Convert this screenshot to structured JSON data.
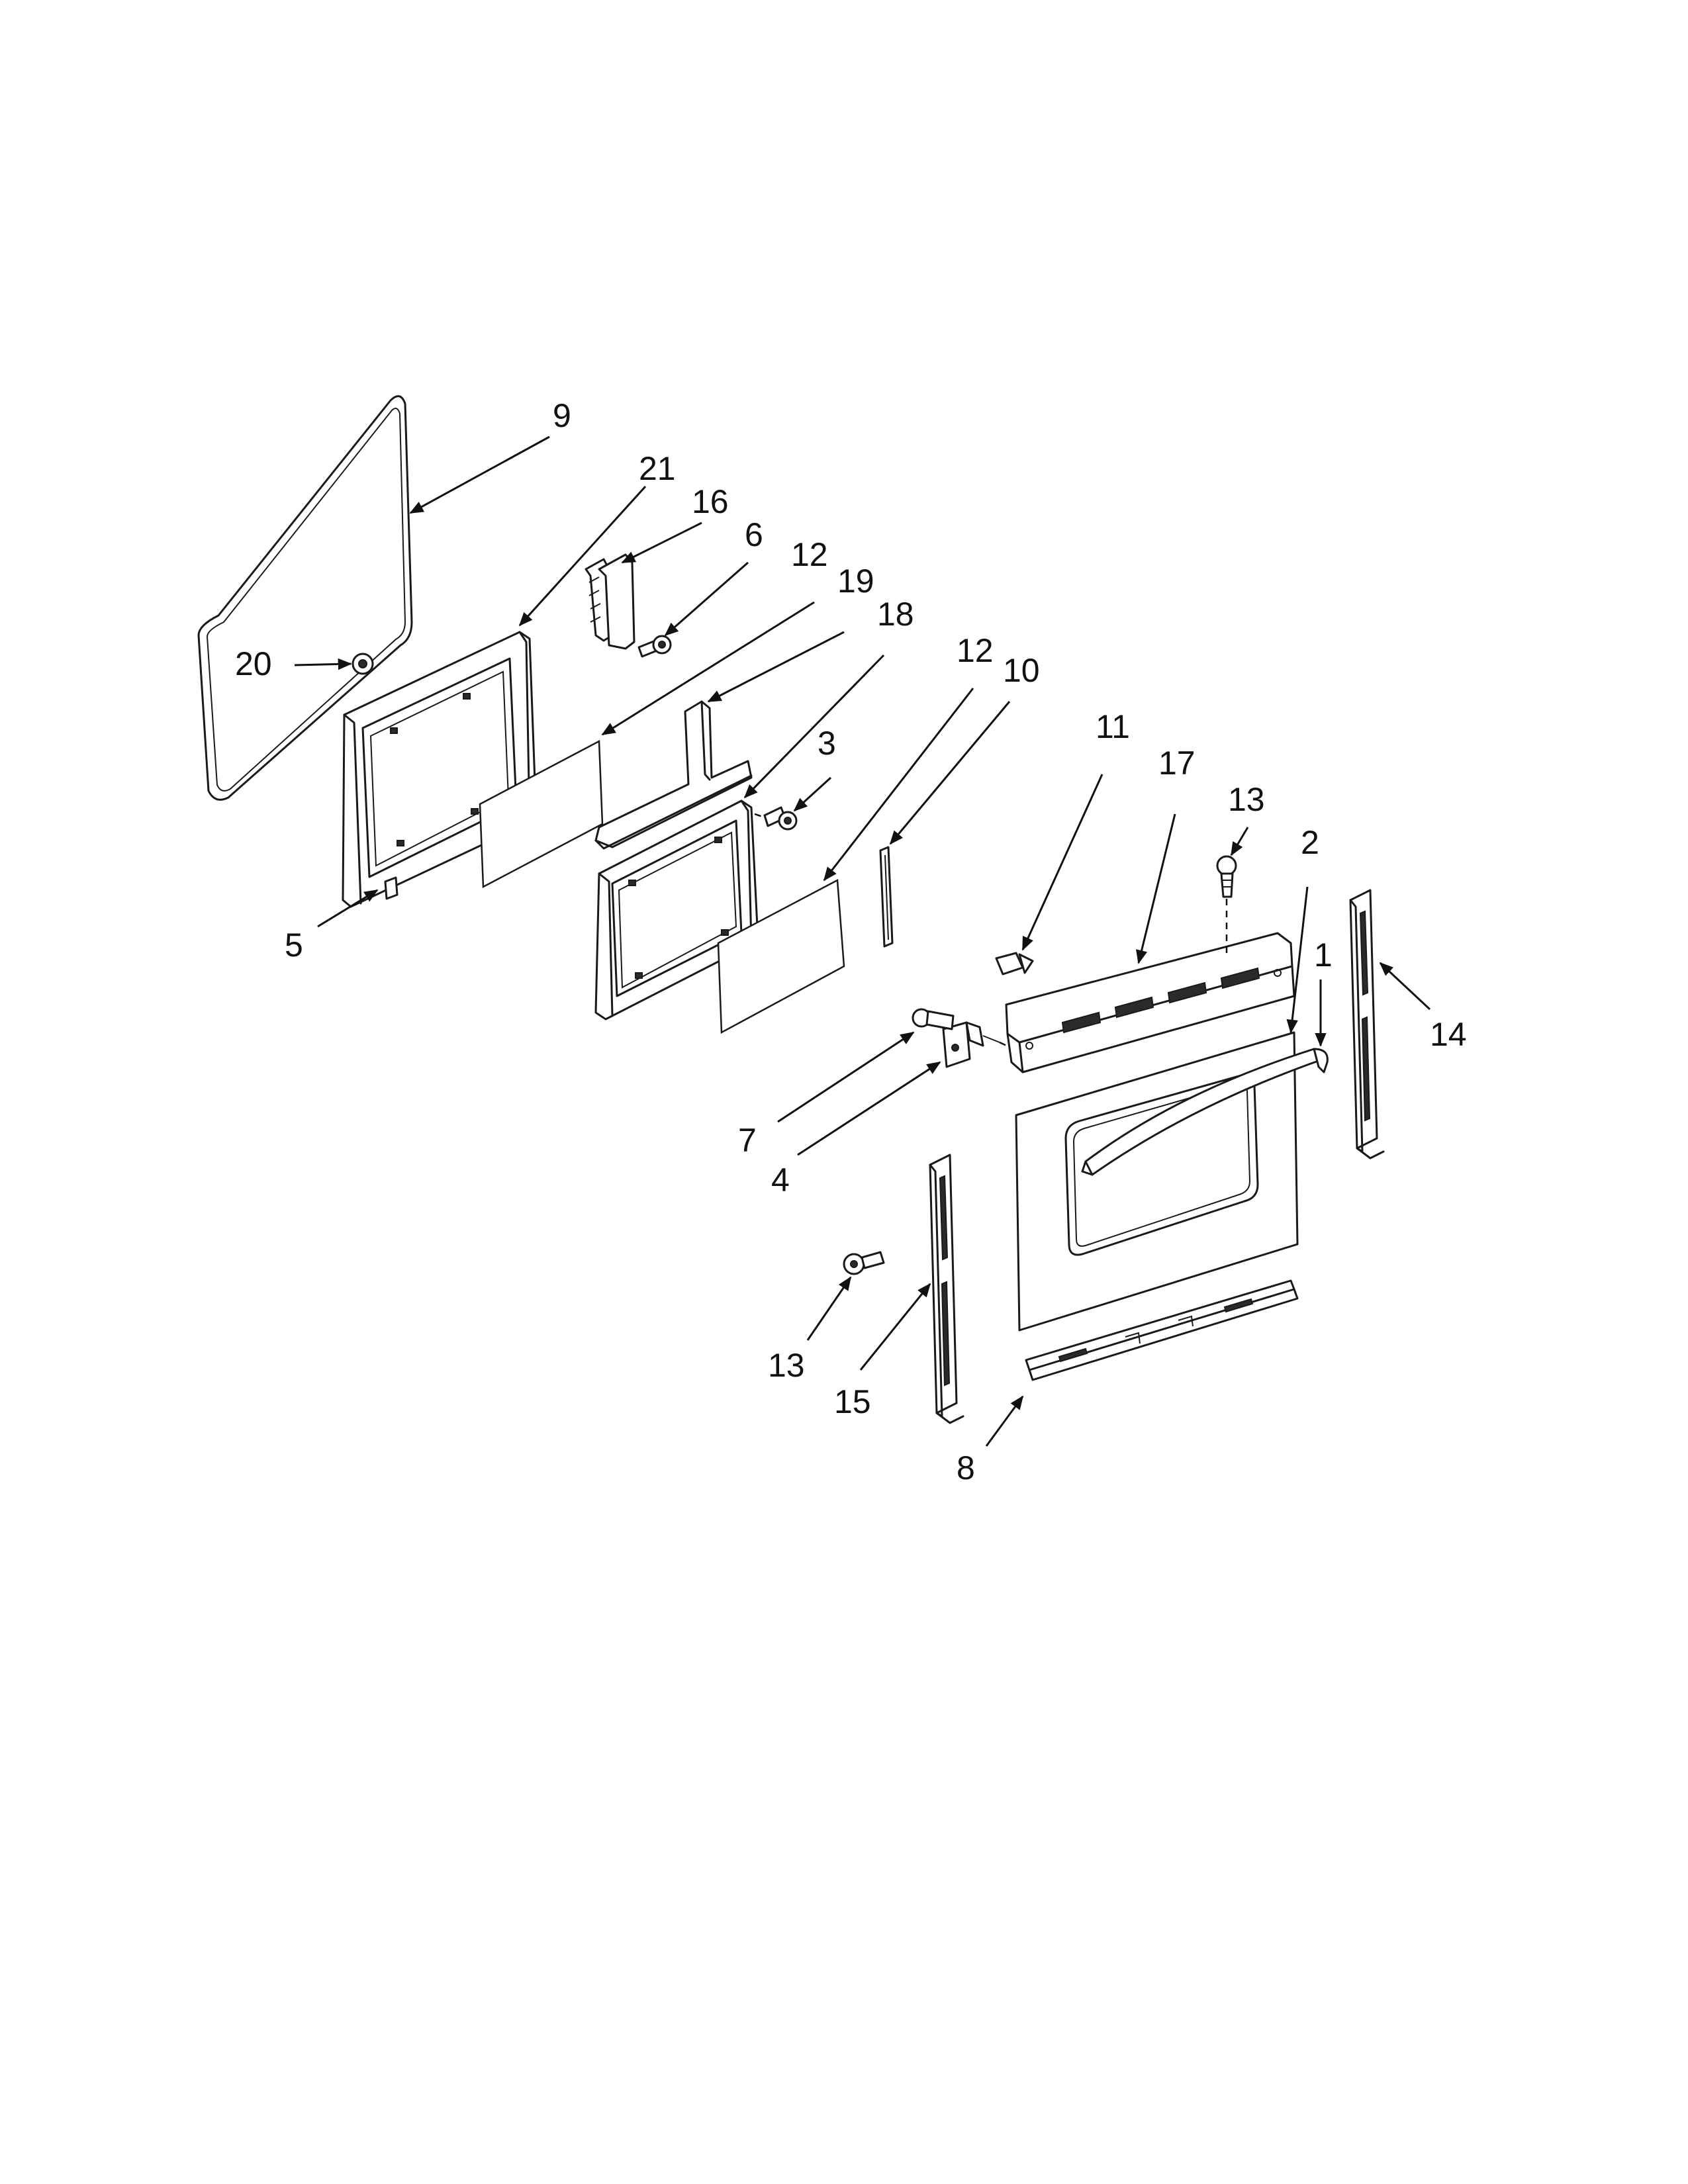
{
  "callouts": {
    "c9": "9",
    "c21": "21",
    "c16": "16",
    "c6": "6",
    "c12a": "12",
    "c19": "19",
    "c18": "18",
    "c12b": "12",
    "c10": "10",
    "c20": "20",
    "c3": "3",
    "c11": "11",
    "c17": "17",
    "c13a": "13",
    "c2": "2",
    "c1": "1",
    "c14": "14",
    "c5": "5",
    "c7": "7",
    "c4": "4",
    "c13b": "13",
    "c15": "15",
    "c8": "8"
  },
  "colors": {
    "line": "#1a1a1a",
    "background": "#ffffff"
  }
}
